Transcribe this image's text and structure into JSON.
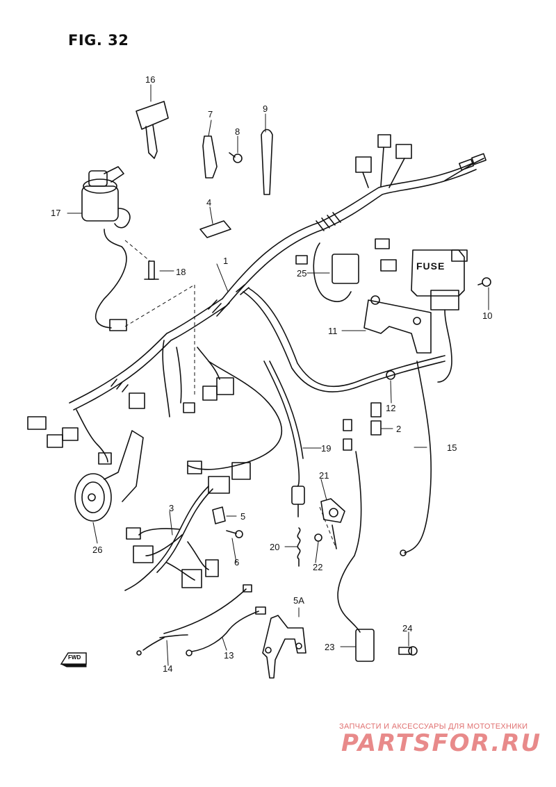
{
  "figure": {
    "title": "FIG. 32"
  },
  "callouts": [
    {
      "id": "c1",
      "text": "1"
    },
    {
      "id": "c2",
      "text": "2"
    },
    {
      "id": "c3",
      "text": "3"
    },
    {
      "id": "c4",
      "text": "4"
    },
    {
      "id": "c5",
      "text": "5"
    },
    {
      "id": "c5a",
      "text": "5A"
    },
    {
      "id": "c6",
      "text": "6"
    },
    {
      "id": "c7",
      "text": "7"
    },
    {
      "id": "c8",
      "text": "8"
    },
    {
      "id": "c9",
      "text": "9"
    },
    {
      "id": "c10",
      "text": "10"
    },
    {
      "id": "c11",
      "text": "11"
    },
    {
      "id": "c12",
      "text": "12"
    },
    {
      "id": "c13",
      "text": "13"
    },
    {
      "id": "c14",
      "text": "14"
    },
    {
      "id": "c15",
      "text": "15"
    },
    {
      "id": "c16",
      "text": "16"
    },
    {
      "id": "c17",
      "text": "17"
    },
    {
      "id": "c18",
      "text": "18"
    },
    {
      "id": "c19",
      "text": "19"
    },
    {
      "id": "c20",
      "text": "20"
    },
    {
      "id": "c21",
      "text": "21"
    },
    {
      "id": "c22",
      "text": "22"
    },
    {
      "id": "c23",
      "text": "23"
    },
    {
      "id": "c24",
      "text": "24"
    },
    {
      "id": "c25",
      "text": "25"
    },
    {
      "id": "c26",
      "text": "26"
    }
  ],
  "fuse_label": "FUSE",
  "fwd_label": "FWD",
  "watermark": {
    "tagline": "ЗАПЧАСТИ И АКСЕССУАРЫ ДЛЯ МОТОТЕХНИКИ",
    "logo": "PARTSFOR.RU"
  }
}
